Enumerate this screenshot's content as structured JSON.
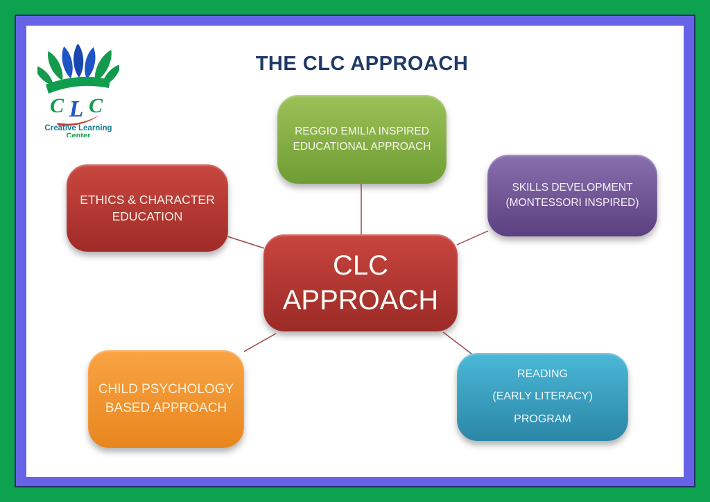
{
  "title": "THE CLC APPROACH",
  "title_color": "#1F3968",
  "borders": {
    "outer_green": "#0CA24E",
    "frame_blue": "#6763E6",
    "frame_edge_navy": "#22306B"
  },
  "logo": {
    "letters": [
      "C",
      "L",
      "C"
    ],
    "name_line1": "Creative Learning",
    "name_line2": "Center",
    "name_color": "#157A8C",
    "center_color": "#149A4C",
    "leaf_green": "#149A4C",
    "leaf_blue": "#1D55C4",
    "leaf_dark_blue": "#1847B0",
    "band_green": "#0F9D4E",
    "smile_red": "#C8372A"
  },
  "diagram": {
    "connector_color": "#9C4747",
    "center_node": {
      "lines": [
        "CLC",
        "APPROACH"
      ],
      "color_top": "#C9453F",
      "color_bottom": "#9B2A26",
      "text_color": "#FDFBF7"
    },
    "nodes": [
      {
        "id": "reggio-emilia",
        "lines": [
          "REGGIO EMILIA INSPIRED",
          "EDUCATIONAL APPROACH"
        ],
        "color_top": "#9CC159",
        "color_bottom": "#6F9D33",
        "text_color": "#F8F6EC"
      },
      {
        "id": "skills-development",
        "lines": [
          "SKILLS DEVELOPMENT",
          "(MONTESSORI INSPIRED)"
        ],
        "color_top": "#8A6FAE",
        "color_bottom": "#5B4080",
        "text_color": "#F6F3F8"
      },
      {
        "id": "ethics-character",
        "lines": [
          "ETHICS & CHARACTER",
          "EDUCATION"
        ],
        "color_top": "#C9473F",
        "color_bottom": "#A02B28",
        "text_color": "#F9F1EB"
      },
      {
        "id": "child-psychology",
        "lines": [
          "CHILD PSYCHOLOGY",
          "BASED APPROACH"
        ],
        "color_top": "#F9A344",
        "color_bottom": "#E8861E",
        "text_color": "#FAF0DA"
      },
      {
        "id": "reading-program",
        "lines": [
          "READING",
          "(EARLY LITERACY)",
          "PROGRAM"
        ],
        "color_top": "#4BB8D8",
        "color_bottom": "#2B86A6",
        "text_color": "#F2FAFC"
      }
    ]
  }
}
